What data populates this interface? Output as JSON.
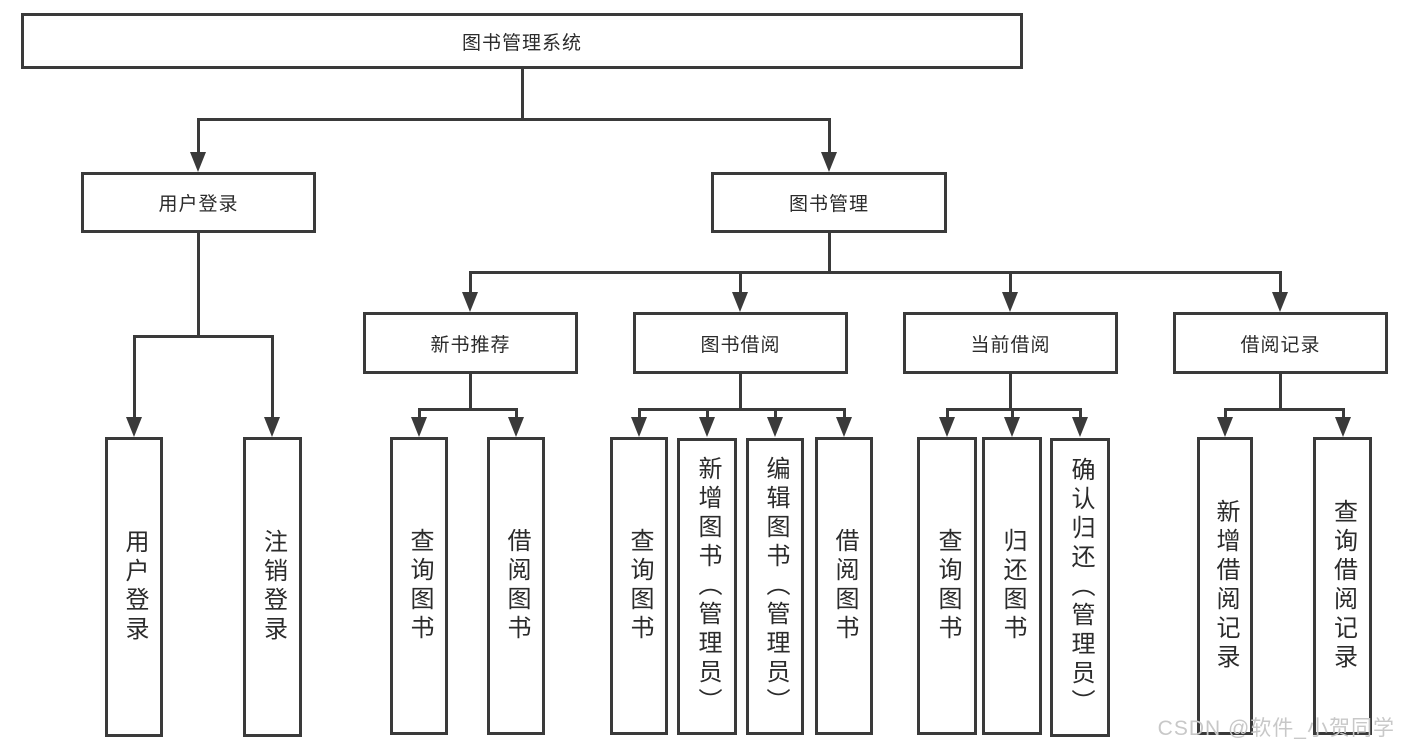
{
  "diagram": {
    "root": "图书管理系统",
    "branches": {
      "user_login": "用户登录",
      "book_mgmt": "图书管理"
    },
    "modules": [
      "新书推荐",
      "图书借阅",
      "当前借阅",
      "借阅记录"
    ],
    "leaves": [
      "用户登录",
      "注销登录",
      "查询图书",
      "借阅图书",
      "查询图书",
      "新增图书（管理员）",
      "编辑图书（管理员）",
      "借阅图书",
      "查询图书",
      "归还图书",
      "确认归还（管理员）",
      "新增借阅记录",
      "查询借阅记录"
    ],
    "watermark": "CSDN @软件_小贺同学",
    "colors": {
      "line": "#3a3a3a",
      "text": "#2b2b2b",
      "watermark": "#c8c8c8"
    }
  }
}
